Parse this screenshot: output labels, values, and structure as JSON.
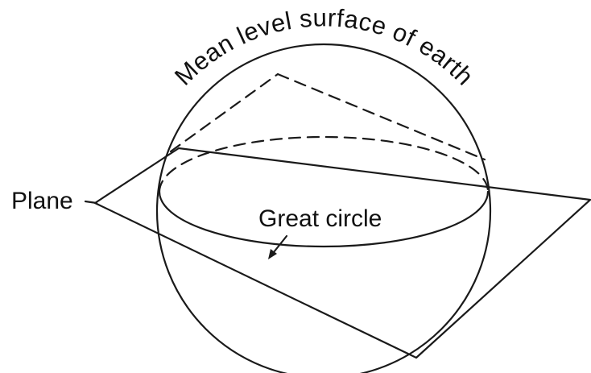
{
  "labels": {
    "surface": "Mean level surface of earth",
    "plane": "Plane",
    "great_circle": "Great circle"
  }
}
